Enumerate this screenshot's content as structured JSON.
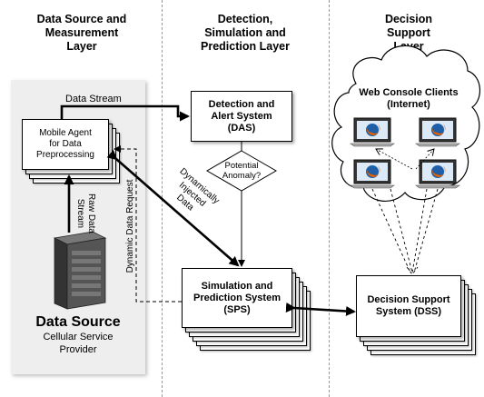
{
  "layers": [
    {
      "title_line1": "Data Source and",
      "title_line2": "Measurement",
      "title_line3": "Layer"
    },
    {
      "title_line1": "Detection,",
      "title_line2": "Simulation and",
      "title_line3": "Prediction Layer"
    },
    {
      "title_line1": "Decision",
      "title_line2": "Support",
      "title_line3": "Layer"
    }
  ],
  "data_stream_label": "Data Stream",
  "mobile_agent": {
    "line1": "Mobile Agent",
    "line2": "for Data",
    "line3": "Preprocessing"
  },
  "raw_data_stream": {
    "line1": "Raw Data",
    "line2": "Stream"
  },
  "dynamic_data_request": "Dynamic Data Request",
  "dynamically_injected": {
    "line1": "Dynamically",
    "line2": "Injected",
    "line3": "Data"
  },
  "data_source": {
    "title": "Data Source",
    "line1": "Cellular Service",
    "line2": "Provider"
  },
  "das": {
    "line1": "Detection and",
    "line2": "Alert System",
    "line3": "(DAS)"
  },
  "anomaly": {
    "line1": "Potential",
    "line2": "Anomaly?"
  },
  "sps": {
    "line1": "Simulation and",
    "line2": "Prediction System",
    "line3": "(SPS)"
  },
  "web_console": {
    "line1": "Web Console Clients",
    "line2": "(Internet)"
  },
  "dss": {
    "line1": "Decision Support",
    "line2": "System (DSS)"
  },
  "colors": {
    "panel": "#eeeeee",
    "firefox_orange": "#e66000",
    "globe_blue": "#1f5fa8",
    "server": "#444444"
  }
}
